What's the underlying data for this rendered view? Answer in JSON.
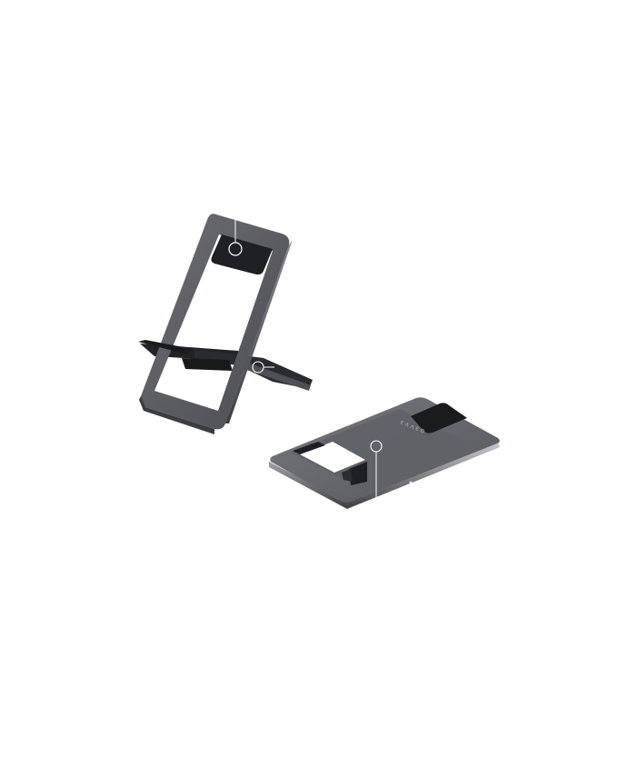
{
  "image": {
    "background_color": "#ffffff",
    "subjects": [
      {
        "name": "phone-stand-unfolded",
        "body_color": "#5b5d63",
        "pad_color": "#1e1f22",
        "callout_color": "#ffffff"
      },
      {
        "name": "phone-stand-folded",
        "body_color": "#66686e",
        "pad_color": "#1a1b1d",
        "callout_color": "#ffffff",
        "engraving": "εʌʌεʚ"
      }
    ]
  }
}
